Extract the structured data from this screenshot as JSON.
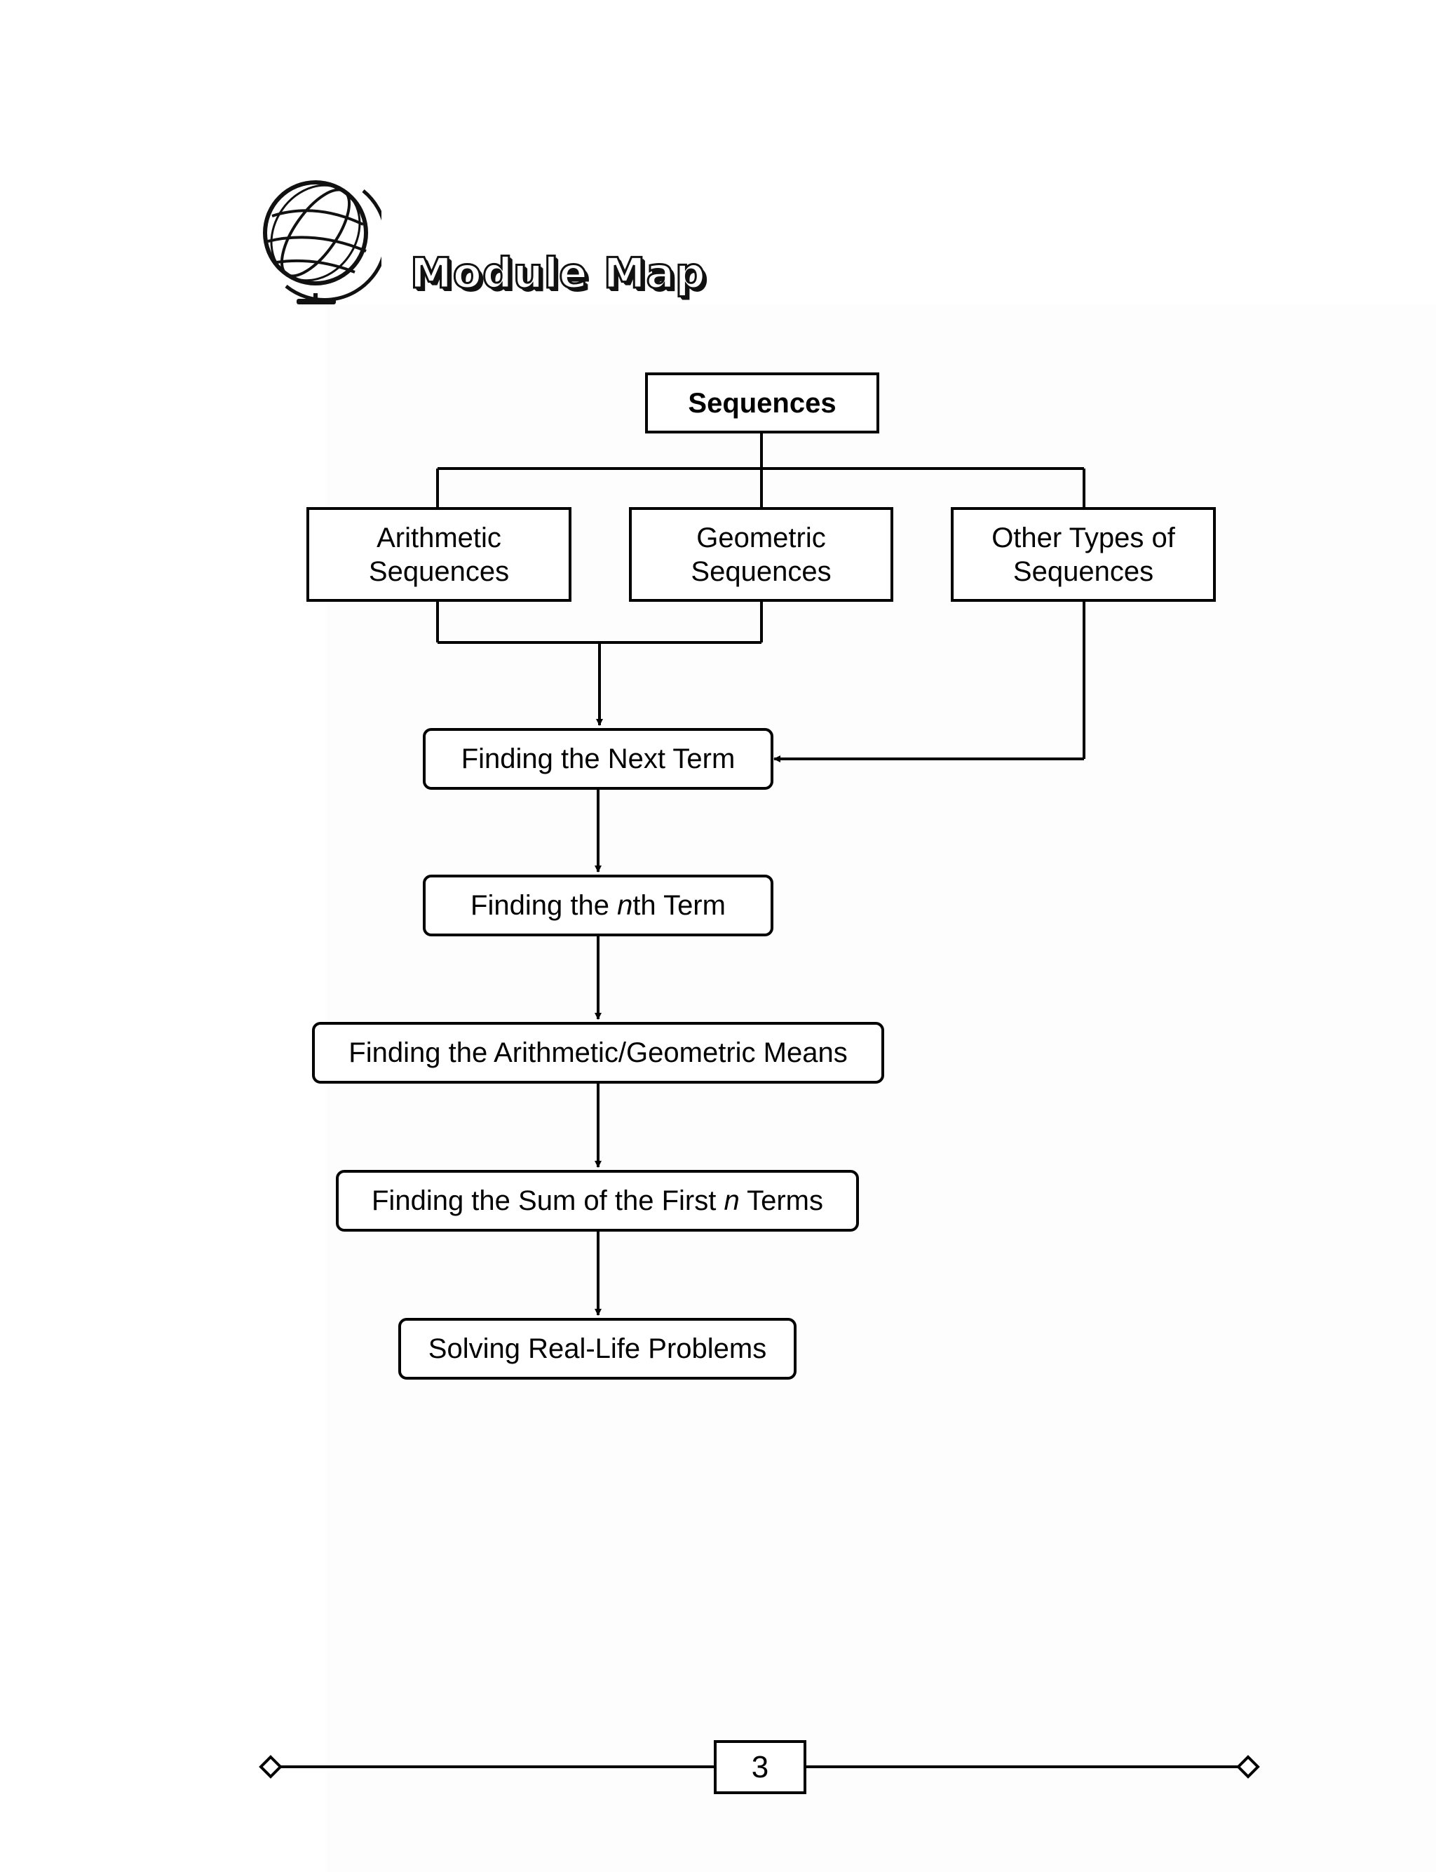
{
  "header": {
    "title": "Module Map",
    "icon": "globe-icon"
  },
  "diagram": {
    "root": "Sequences",
    "categories": [
      {
        "line1": "Arithmetic",
        "line2": "Sequences"
      },
      {
        "line1": "Geometric",
        "line2": "Sequences"
      },
      {
        "line1": "Other Types of",
        "line2": "Sequences"
      }
    ],
    "steps": {
      "next_term": "Finding the Next Term",
      "nth_prefix": "Finding the ",
      "nth_var": "n",
      "nth_suffix": "th Term",
      "means": "Finding the Arithmetic/Geometric Means",
      "sum_prefix": "Finding the Sum of the First ",
      "sum_var": "n",
      "sum_suffix": " Terms",
      "real_life": "Solving Real-Life Problems"
    }
  },
  "footer": {
    "page_number": "3"
  }
}
